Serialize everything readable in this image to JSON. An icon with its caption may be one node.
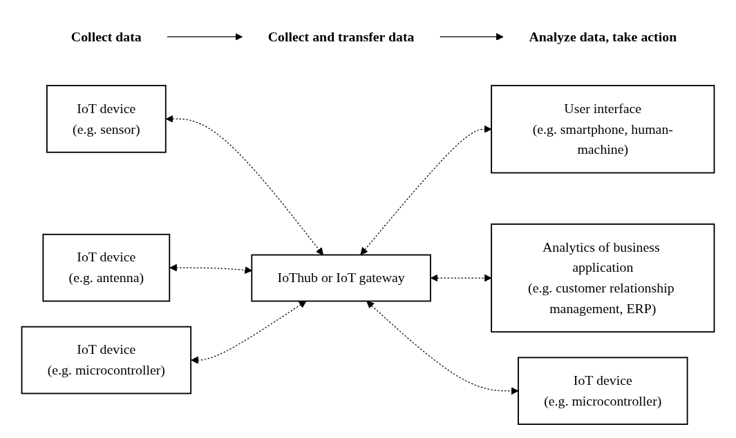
{
  "diagram": {
    "nodes": [
      {
        "text": [
          "Collect data"
        ]
      },
      {
        "text": [
          "Collect and transfer data"
        ]
      },
      {
        "text": [
          "Analyze data, take action"
        ]
      },
      {
        "text": [
          "IoT device",
          "(e.g. sensor)"
        ]
      },
      {
        "text": [
          "IoT device",
          "(e.g. antenna)"
        ]
      },
      {
        "text": [
          "IoT device",
          "(e.g. microcontroller)"
        ]
      },
      {
        "text": [
          "IoThub or IoT gateway"
        ]
      },
      {
        "text": [
          "User interface",
          "(e.g. smartphone, human-machine)"
        ]
      },
      {
        "text": [
          "Analytics of business application",
          "(e.g. customer relationship management, ERP)"
        ]
      },
      {
        "text": [
          "IoT device",
          "(e.g. microcontroller)"
        ]
      }
    ],
    "edges": [
      {
        "from": 0,
        "to": 1,
        "arrow": "to"
      },
      {
        "from": 1,
        "to": 2,
        "arrow": "to"
      },
      {
        "from": 3,
        "to": 6,
        "arrow": "both",
        "style": "dashed"
      },
      {
        "from": 4,
        "to": 6,
        "arrow": "both",
        "style": "dashed"
      },
      {
        "from": 5,
        "to": 6,
        "arrow": "both",
        "style": "dashed"
      },
      {
        "from": 6,
        "to": 7,
        "arrow": "both",
        "style": "dashed"
      },
      {
        "from": 6,
        "to": 8,
        "arrow": "both",
        "style": "dashed"
      },
      {
        "from": 6,
        "to": 9,
        "arrow": "both",
        "style": "dashed"
      }
    ]
  }
}
